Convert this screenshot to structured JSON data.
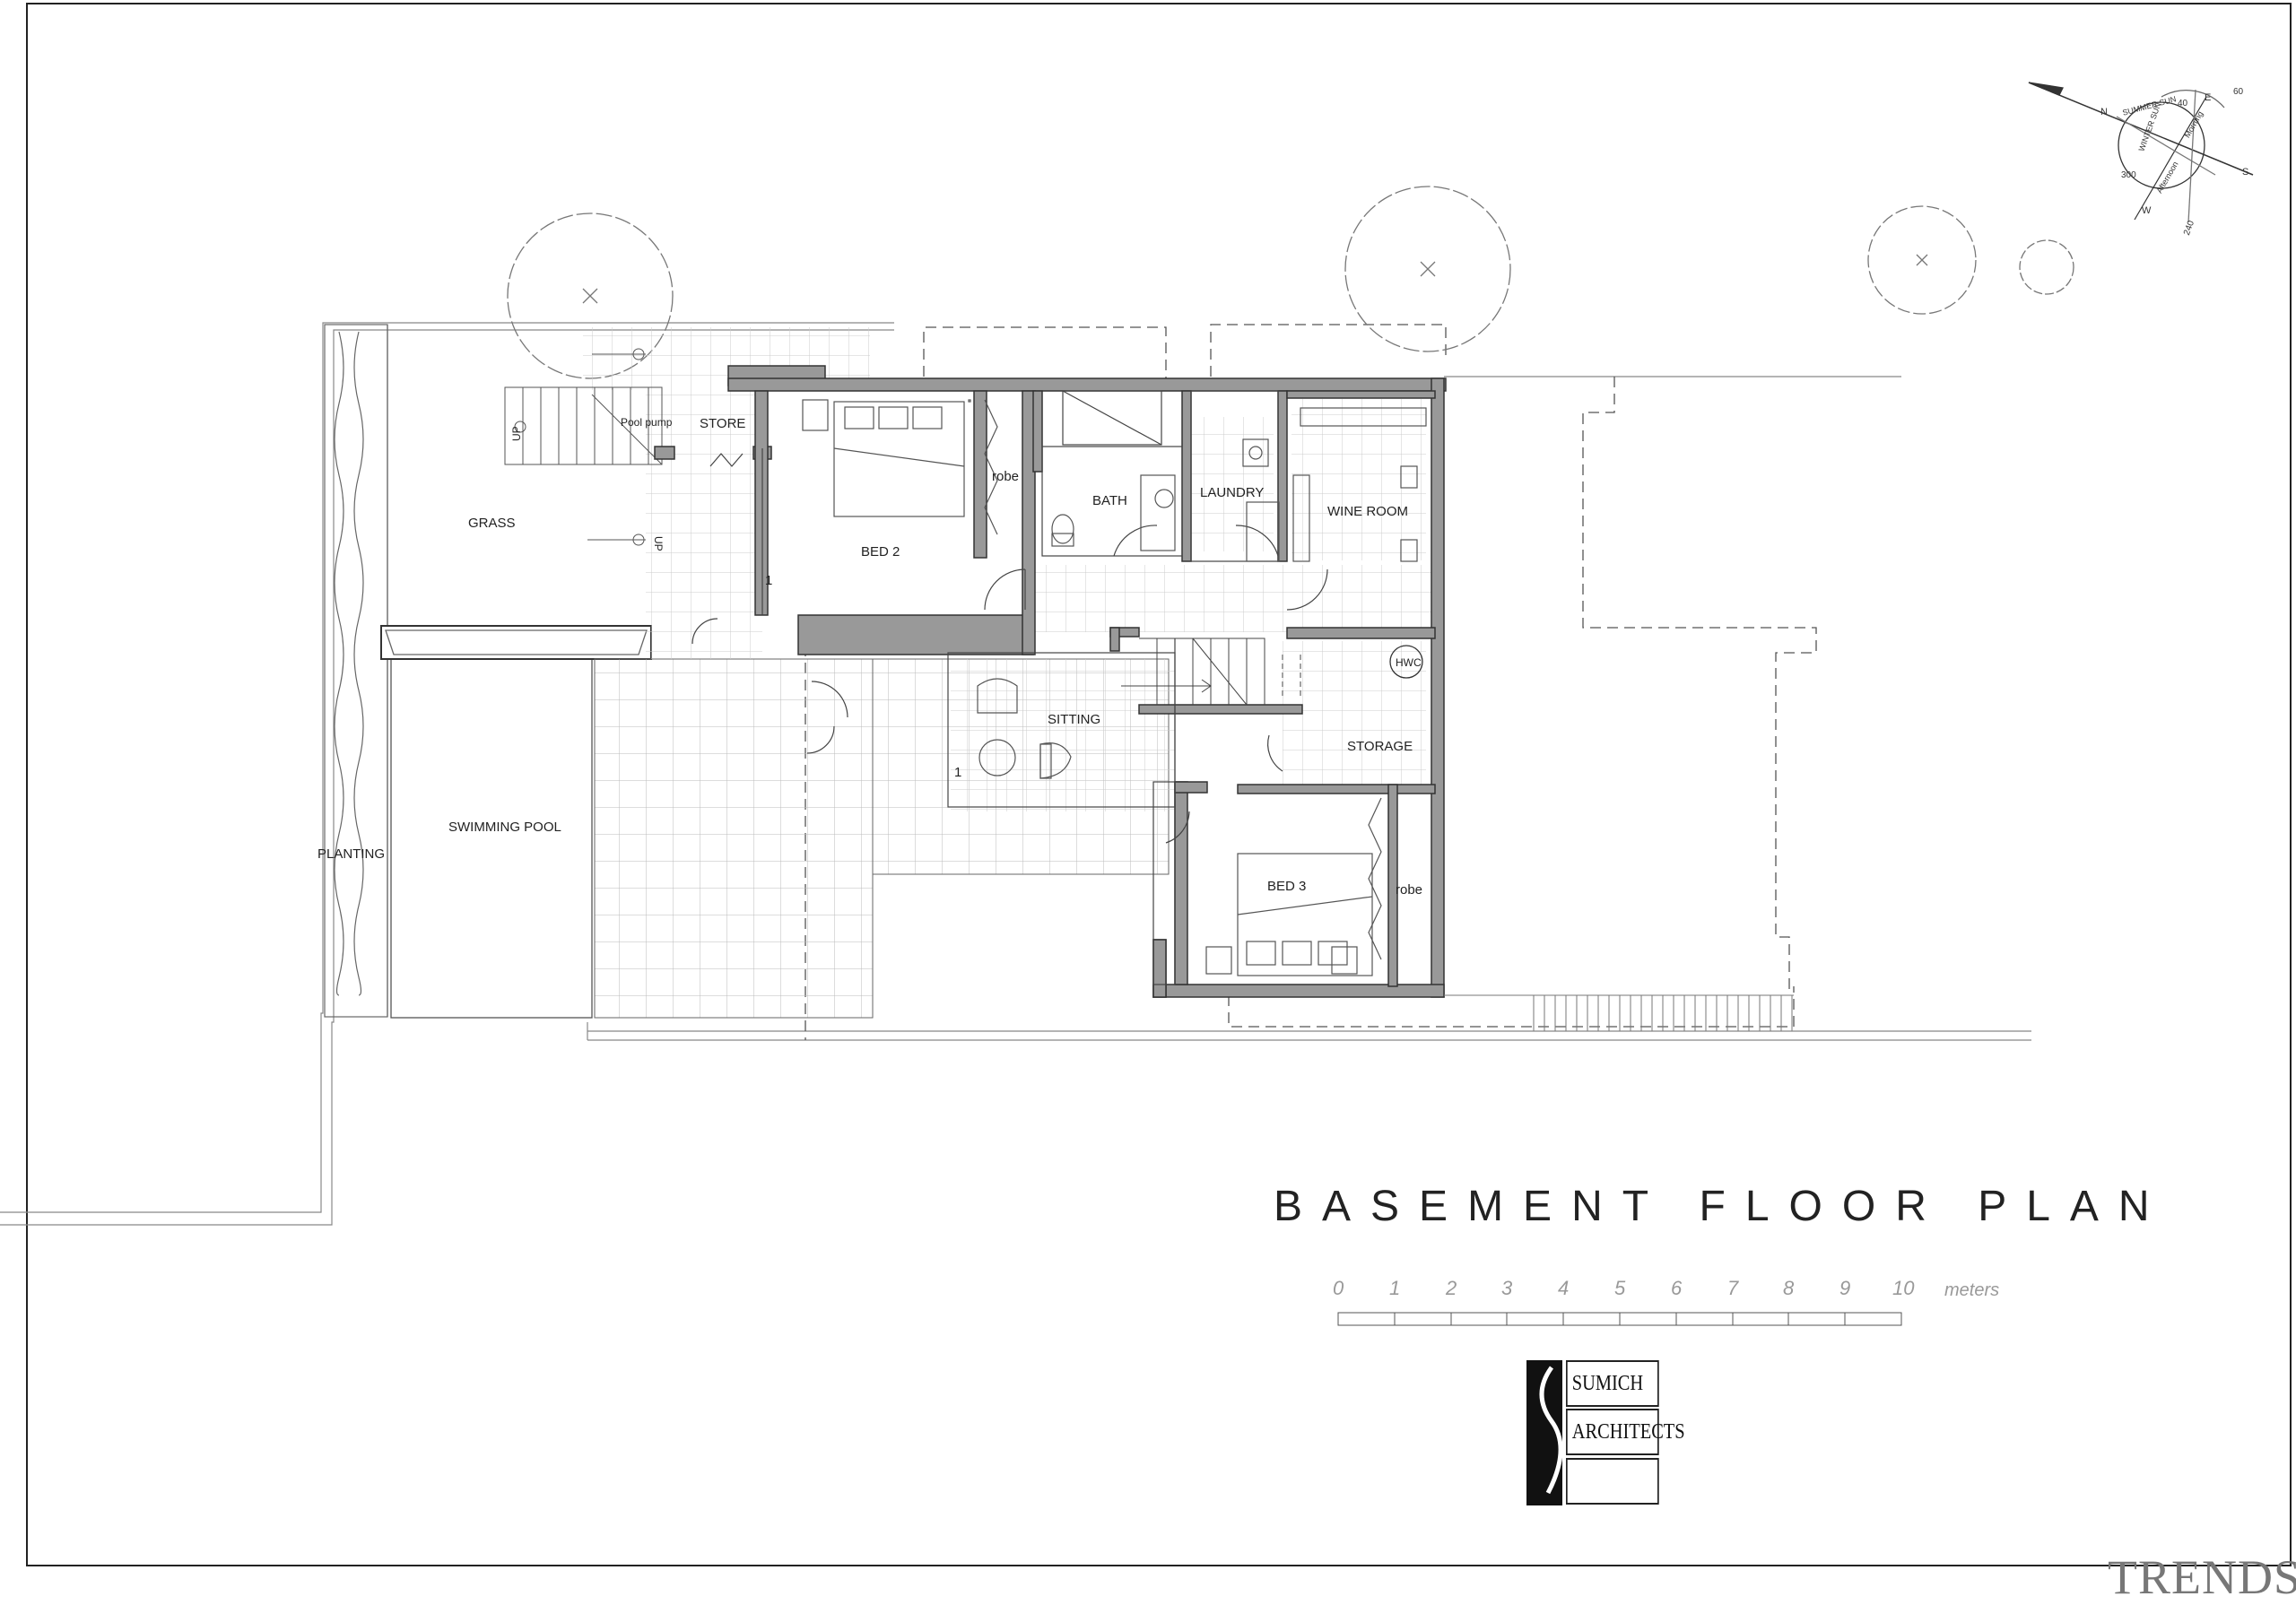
{
  "drawing": {
    "title": "BASEMENT FLOOR PLAN",
    "rooms": {
      "store": "STORE",
      "pool_pump": "Pool pump",
      "bed2": "BED 2",
      "robe_1": "robe",
      "bath": "BATH",
      "laundry": "LAUNDRY",
      "wine_room": "WINE ROOM",
      "grass": "GRASS",
      "sitting": "SITTING",
      "hwc": "HWC",
      "storage": "STORAGE",
      "swimming_pool": "SWIMMING POOL",
      "planting": "PLANTING",
      "bed3": "BED 3",
      "robe_2": "robe"
    },
    "markers": {
      "up_1": "UP",
      "up_2": "UP",
      "step_1": "1",
      "step_2": "1"
    }
  },
  "compass": {
    "north": "N",
    "east": "E",
    "south": "S",
    "west": "W",
    "summer_sun": "SUMMER SUN",
    "winter_sun": "WINTER SUN",
    "morning": "Morning",
    "afternoon": "Afternoon",
    "deg_40": "40",
    "deg_60": "60",
    "deg_300": "300",
    "deg_240": "240"
  },
  "scale_bar": {
    "ticks": [
      "0",
      "1",
      "2",
      "3",
      "4",
      "5",
      "6",
      "7",
      "8",
      "9",
      "10"
    ],
    "unit": "meters"
  },
  "logo": {
    "line1": "SUMICH",
    "line2": "ARCHITECTS",
    "line3": ""
  },
  "watermark": "TRENDS"
}
